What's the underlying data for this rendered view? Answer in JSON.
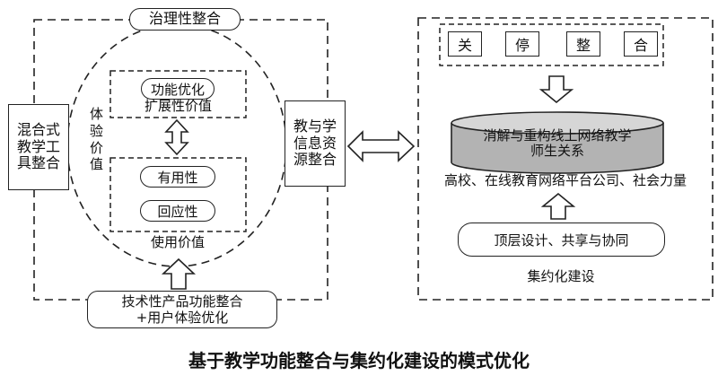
{
  "left_panel": {
    "top_label": "治理性整合",
    "left_box_lines": [
      "混合式",
      "教学工",
      "具整合"
    ],
    "right_box_lines": [
      "教与学",
      "信息资",
      "源整合"
    ],
    "experience_value": "体验价值",
    "upper_box": {
      "line1": "功能优化",
      "line2": "扩展性价值"
    },
    "lower_box": {
      "item1": "有用性",
      "item2": "回应性"
    },
    "use_value": "使用价值",
    "bottom_box": {
      "line1": "技术性产品功能整合",
      "line2": "+用户体验优化"
    }
  },
  "right_panel": {
    "top_items": [
      "关",
      "停",
      "整",
      "合"
    ],
    "cylinder_lines": [
      "消解与重构线上网络教学",
      "师生关系"
    ],
    "actors": "高校、在线教育网络平台公司、社会力量",
    "bottom_box": "顶层设计、共享与协同",
    "panel_label": "集约化建设"
  },
  "caption": "基于教学功能整合与集约化建设的模式优化",
  "colors": {
    "stroke": "#222222",
    "cylinder_fill": "#b3b3b3",
    "cylinder_top": "#d6d6d6"
  }
}
